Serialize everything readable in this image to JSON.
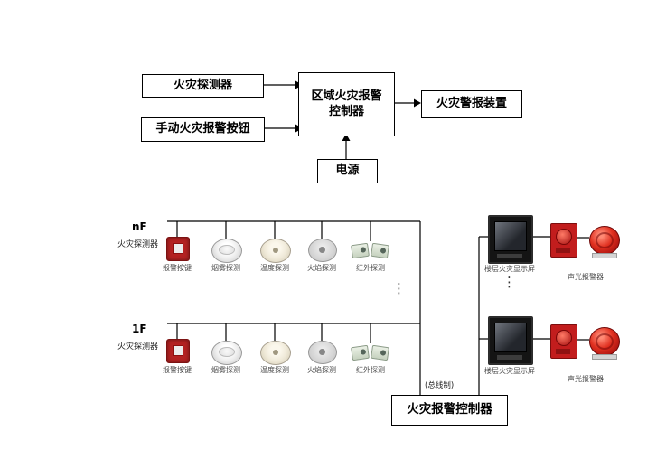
{
  "top_diagram": {
    "fire_detector": "火灾探测器",
    "manual_call_point": "手动火灾报警按钮",
    "zone_controller_line1": "区域火灾报警",
    "zone_controller_line2": "控制器",
    "alarm_device": "火灾警报装置",
    "power_supply": "电源"
  },
  "floors": [
    {
      "floor_label": "nF",
      "row_label": "火灾探测器",
      "devices": [
        "报警按键",
        "烟雾探测",
        "温度探测",
        "火焰探测",
        "红外探测"
      ],
      "display_label": "楼层火灾显示屏",
      "sound_light_label": "声光报警器"
    },
    {
      "floor_label": "1F",
      "row_label": "火灾探测器",
      "devices": [
        "报警按键",
        "烟雾探测",
        "温度探测",
        "火焰探测",
        "红外探测"
      ],
      "display_label": "楼层火灾显示屏",
      "sound_light_label": "声光报警器"
    }
  ],
  "bottom": {
    "bus_mode_label": "(总线制)",
    "main_controller": "火灾报警控制器"
  },
  "ellipsis": "⋮",
  "colors": {
    "line": "#000000",
    "alarm_red": "#c21d1d",
    "device_gray": "#c2c2c2"
  }
}
